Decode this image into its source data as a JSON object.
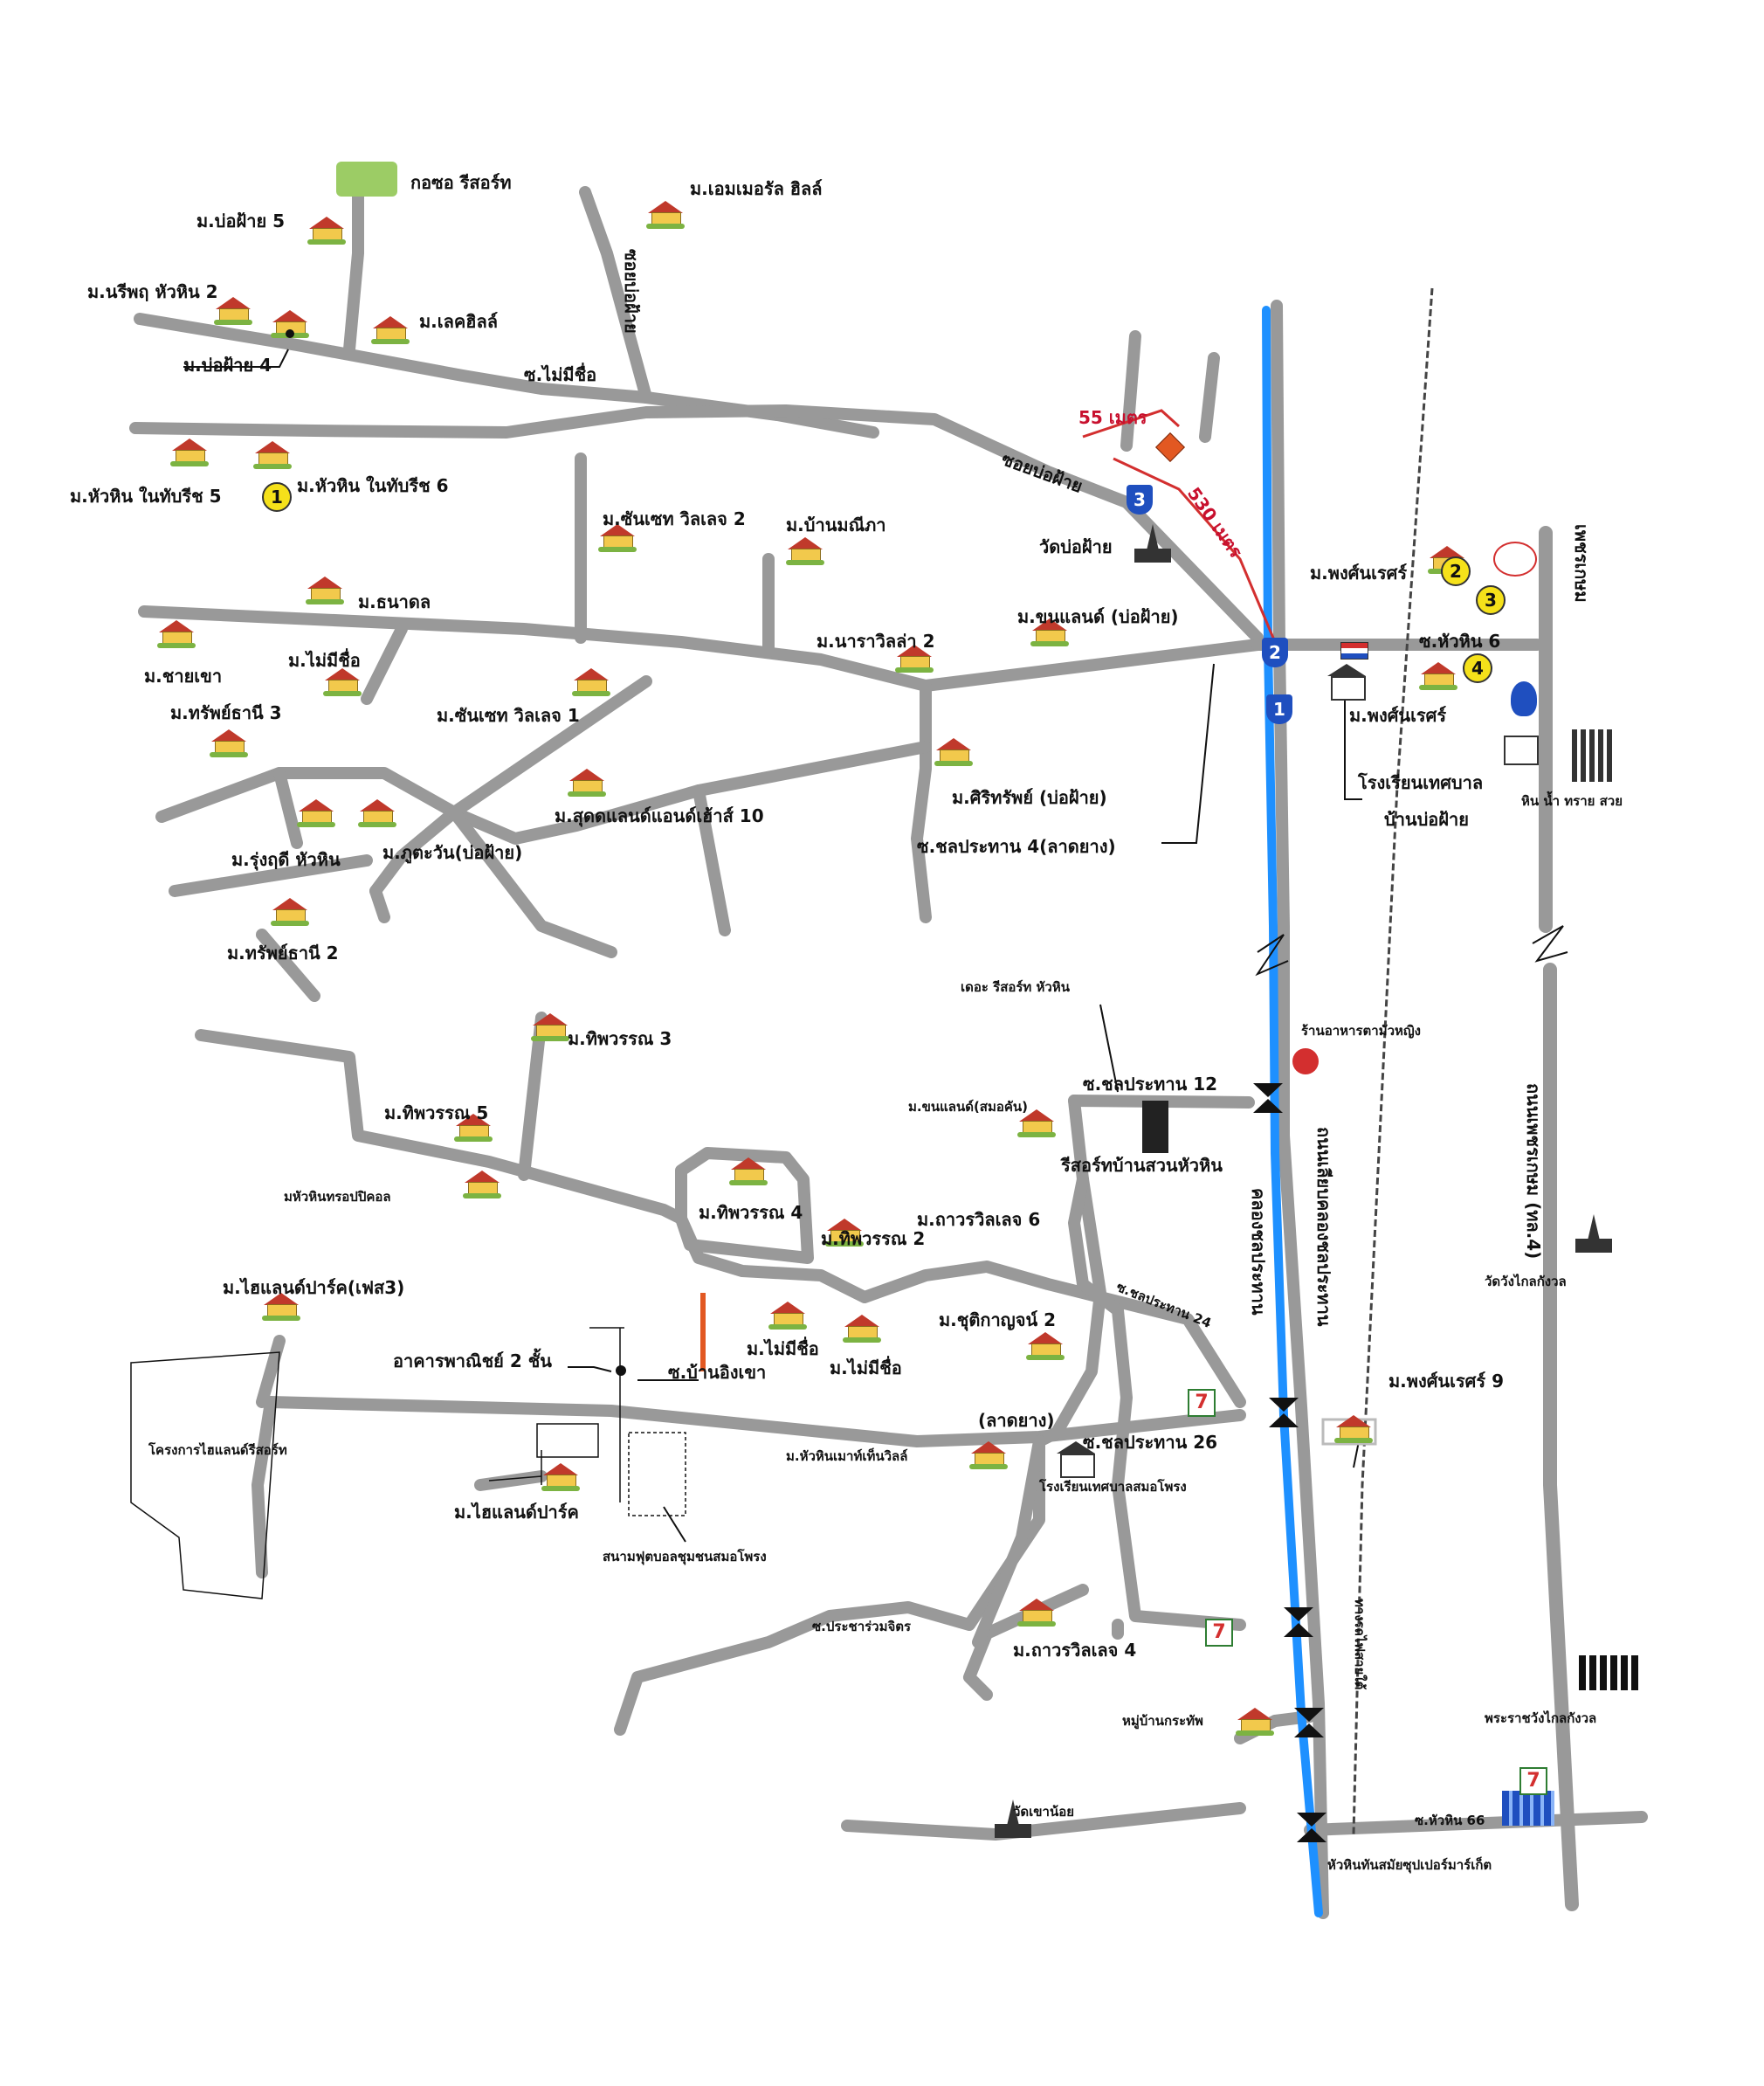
{
  "map": {
    "colors": {
      "road": "#999999",
      "canal": "#1e90ff",
      "route_red": "#d32f2f",
      "house_roof": "#c0392b",
      "marker_orange": "#e25822",
      "yellow_marker": "#f5e11a",
      "blue_marker": "#1f4fbf"
    },
    "labels": {
      "korsor_resort": "กอซอ รีสอร์ท",
      "emerald_hills": "ม.เอมเมอรัล ฮิลล์",
      "bo_fai_5": "ม.บ่อฝ้าย 5",
      "nirvana_huahin2": "ม.นรีพฤ หัวหิน 2",
      "lake_hills": "ม.เลคฮิลล์",
      "bo_fai_4": "ม.บ่อฝ้าย 4",
      "soi_mai_mi_chue": "ซ.ไม่มีชื่อ",
      "soi_bo_fai_v": "ซอยบ่อฝ้าย",
      "huahin_nature_5": "ม.หัวหิน ในทับรีช 5",
      "huahin_nature_6": "ม.หัวหิน ในทับรีช 6",
      "distance_55": "55 เมตร",
      "distance_530": "530 เมตร",
      "soi_bo_fai_diag": "ซอยบ่อฝ้าย",
      "wat_bo_fai": "วัดบ่อฝ้าย",
      "sunset_village_2": "ม.ซันเซท วิลเลจ 2",
      "ban_manee": "ม.บ้านมณีภา",
      "pongkanares": "ม.พงศ์นเรศร์",
      "huahin_6": "ซ.หัวหิน 6",
      "pongkanares_2": "ม.พงศ์นเรศร์",
      "thanadon": "ม.ธนาดล",
      "chai_khao": "ม.ชายเขา",
      "mai_mi_chue_1": "ม.ไม่มีชื่อ",
      "naravilla_2": "ม.นาราวิลล่า 2",
      "sunland": "ม.ขนแลนด์ (บ่อฝ้าย)",
      "sap_thani_3": "ม.ทรัพย์ธานี 3",
      "sunset_village_1": "ม.ซันเซท วิลเลจ 1",
      "siri_sap": "ม.ศิริทรัพย์ (บ่อฝ้าย)",
      "happy_land": "ม.สุดดแลนด์แอนด์เฮ้าส์ 10",
      "rung_rudee": "ม.รุ่งฤดี หัวหิน",
      "phuttawan": "ม.ภูตะวัน(บ่อฝ้าย)",
      "chonprathan_4": "ซ.ชลประทาน 4(ลาดยาง)",
      "school_bo_fai_1": "โรงเรียนเทศบาล",
      "school_bo_fai_2": "บ้านบ่อฝ้าย",
      "hin_nam_sai_suay": "หิน น้ำ ทราย สวย",
      "sap_thani_2": "ม.ทรัพย์ธานี 2",
      "petchkasem": "เพชรเกษม",
      "the_resort": "เดอะ รีสอร์ท หัวหิน",
      "restaurant": "ร้านอาหารตามัวหญิง",
      "thippawan_3": "ม.ทิพวรรณ 3",
      "thippawan_5": "ม.ทิพวรรณ 5",
      "chonprathan_12": "ซ.ชลประทาน 12",
      "sunland_smorprong": "ม.ขนแลนด์(สมอคัน)",
      "resort_suan": "รีสอร์ทบ้านสวนหัวหิน",
      "huahin_tropical": "มหัวหินทรอปปิคอล",
      "thippawan_4": "ม.ทิพวรรณ 4",
      "thippawan_2": "ม.ทิพวรรณ 2",
      "thaworn_6": "ม.ถาวรวิลเลจ 6",
      "canal_road_v": "ถนนเลียบคลองชลประทาน",
      "canal_v": "คลองชลประทาน",
      "petchkasem_v": "ถนนเพชรเกษม (ทล.4)",
      "wat_klai_kangwon": "วัดวังไกลกังวล",
      "highland_phase3": "ม.ไฮแลนด์ปาร์ค(เฟส3)",
      "chonprathan_24": "ซ.ชลประทาน 24",
      "chuti_karn_2": "ม.ชุติกาญจน์ 2",
      "shophouse": "อาคารพาณิชย์ 2 ชั้น",
      "soi_ban_ing_khao": "ซ.บ้านอิงเขา",
      "mai_mi_chue_2": "ม.ไม่มีชื่อ",
      "mai_mi_chue_3": "ม.ไม่มีชื่อ",
      "pongkanares_9": "ม.พงศ์นเรศร์ 9",
      "highland_project": "โครงการไฮแลนด์รีสอร์ท",
      "lat_yang": "(ลาดยาง)",
      "chonprathan_26": "ซ.ชลประทาน 26",
      "huahin_mountain": "ม.หัวหินเมาท์เท็นวิลล์",
      "school_smorprong": "โรงเรียนเทศบาลสมอโพรง",
      "highland_park": "ม.ไฮแลนด์ปาร์ค",
      "stadium": "สนามฟุตบอลชุมชนสมอโพรง",
      "railway_v": "ทางรถไฟสายใต้",
      "soi_pracha": "ซ.ประชาร่วมจิตร",
      "thaworn_4": "ม.ถาวรวิลเลจ 4",
      "palace": "พระราชวังไกลกังวล",
      "moo_ban_krasap": "หมู่บ้านกระทัพ",
      "wat_khao_noi": "วัดเขาน้อย",
      "huahin_66": "ซ.หัวหิน 66",
      "supermarket": "หัวหินทันสมัยซุปเปอร์มาร์เก็ต"
    },
    "markers": {
      "yellow_1": "1",
      "yellow_2": "2",
      "yellow_3": "3",
      "yellow_4": "4",
      "blue_1": "1",
      "blue_2": "2",
      "blue_3": "3",
      "seven_eleven": "7"
    }
  }
}
